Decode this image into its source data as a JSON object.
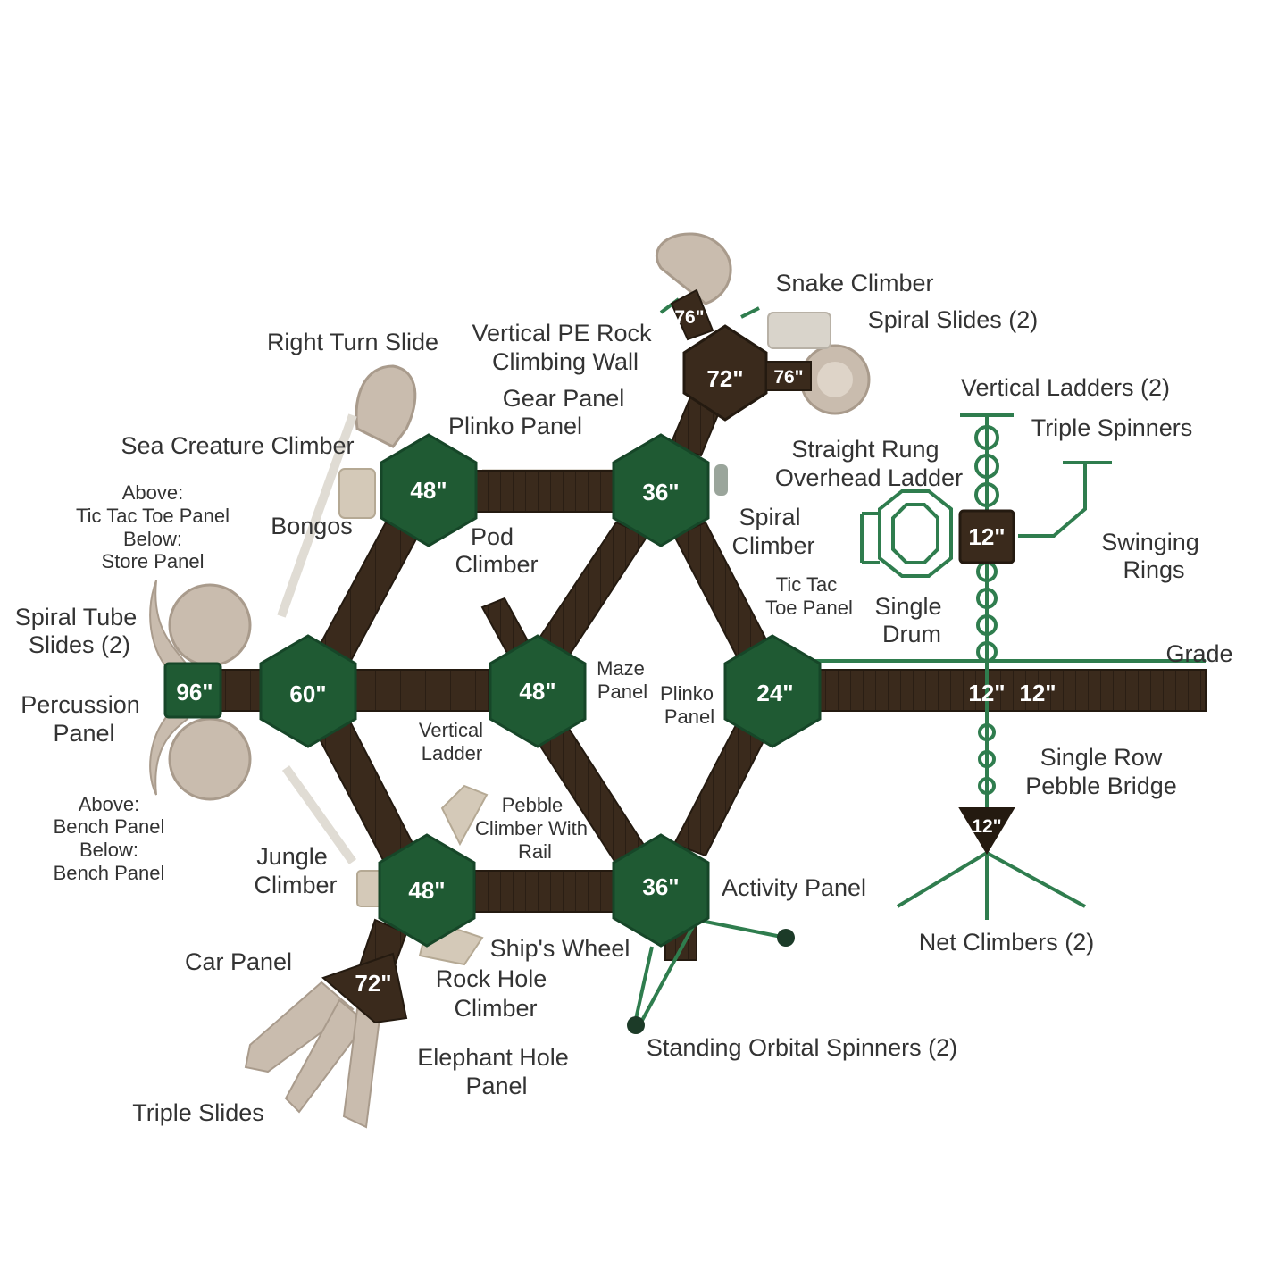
{
  "colors": {
    "roof": "#1f5a33",
    "roof_edge": "#164628",
    "walkway": "#3a2a1c",
    "walkway_edge": "#241a10",
    "slide": "#c9bcae",
    "slide_shadow": "#a99b8c",
    "rail": "#e8e4dc",
    "cable": "#2f7d4e",
    "label": "#333333"
  },
  "decks": {
    "d48_tl": "48\"",
    "d36_t": "36\"",
    "d60": "60\"",
    "d48_c": "48\"",
    "d24": "24\"",
    "d48_bl": "48\"",
    "d36_b": "36\"",
    "d96": "96\"",
    "d72_top": "72\"",
    "d76_a": "76\"",
    "d76_b": "76\"",
    "d72_bottom": "72\"",
    "d12_top": "12\"",
    "d12_mid_a": "12\"",
    "d12_mid_b": "12\"",
    "d12_low": "12\""
  },
  "labels": {
    "snake_climber": "Snake Climber",
    "spiral_slides_line1": "Spiral Slides (2)",
    "vertical_pe_line1": "Vertical PE Rock",
    "vertical_pe_line2": "Climbing Wall",
    "right_turn_slide": "Right Turn Slide",
    "gear_panel": "Gear Panel",
    "plinko_panel_top": "Plinko Panel",
    "sea_creature_climber": "Sea Creature Climber",
    "vertical_ladders": "Vertical Ladders (2)",
    "triple_spinners": "Triple Spinners",
    "straight_rung_line1": "Straight Rung",
    "straight_rung_line2": "Overhead Ladder",
    "above1_line1": "Above:",
    "above1_line2": "Tic Tac Toe Panel",
    "above1_line3": "Below:",
    "above1_line4": "Store Panel",
    "bongos": "Bongos",
    "pod_climber_line1": "Pod",
    "pod_climber_line2": "Climber",
    "spiral_climber_line1": "Spiral",
    "spiral_climber_line2": "Climber",
    "swinging_rings_line1": "Swinging",
    "swinging_rings_line2": "Rings",
    "tic_tac_line1": "Tic Tac",
    "tic_tac_line2": "Toe Panel",
    "single_drum_line1": "Single",
    "single_drum_line2": "Drum",
    "spiral_tube_line1": "Spiral Tube",
    "spiral_tube_line2": "Slides (2)",
    "grade": "Grade",
    "maze_panel_line1": "Maze",
    "maze_panel_line2": "Panel",
    "plinko_panel_mid_line1": "Plinko",
    "plinko_panel_mid_line2": "Panel",
    "percussion_line1": "Percussion",
    "percussion_line2": "Panel",
    "vertical_ladder_line1": "Vertical",
    "vertical_ladder_line2": "Ladder",
    "single_row_line1": "Single Row",
    "single_row_line2": "Pebble Bridge",
    "above2_line1": "Above:",
    "above2_line2": "Bench Panel",
    "above2_line3": "Below:",
    "above2_line4": "Bench Panel",
    "pebble_line1": "Pebble",
    "pebble_line2": "Climber With",
    "pebble_line3": "Rail",
    "jungle_line1": "Jungle",
    "jungle_line2": "Climber",
    "activity_panel": "Activity Panel",
    "net_climbers": "Net Climbers (2)",
    "car_panel": "Car Panel",
    "ships_wheel": "Ship's Wheel",
    "rock_hole_line1": "Rock Hole",
    "rock_hole_line2": "Climber",
    "standing_orbital": "Standing Orbital Spinners (2)",
    "elephant_line1": "Elephant Hole",
    "elephant_line2": "Panel",
    "triple_slides": "Triple Slides"
  }
}
